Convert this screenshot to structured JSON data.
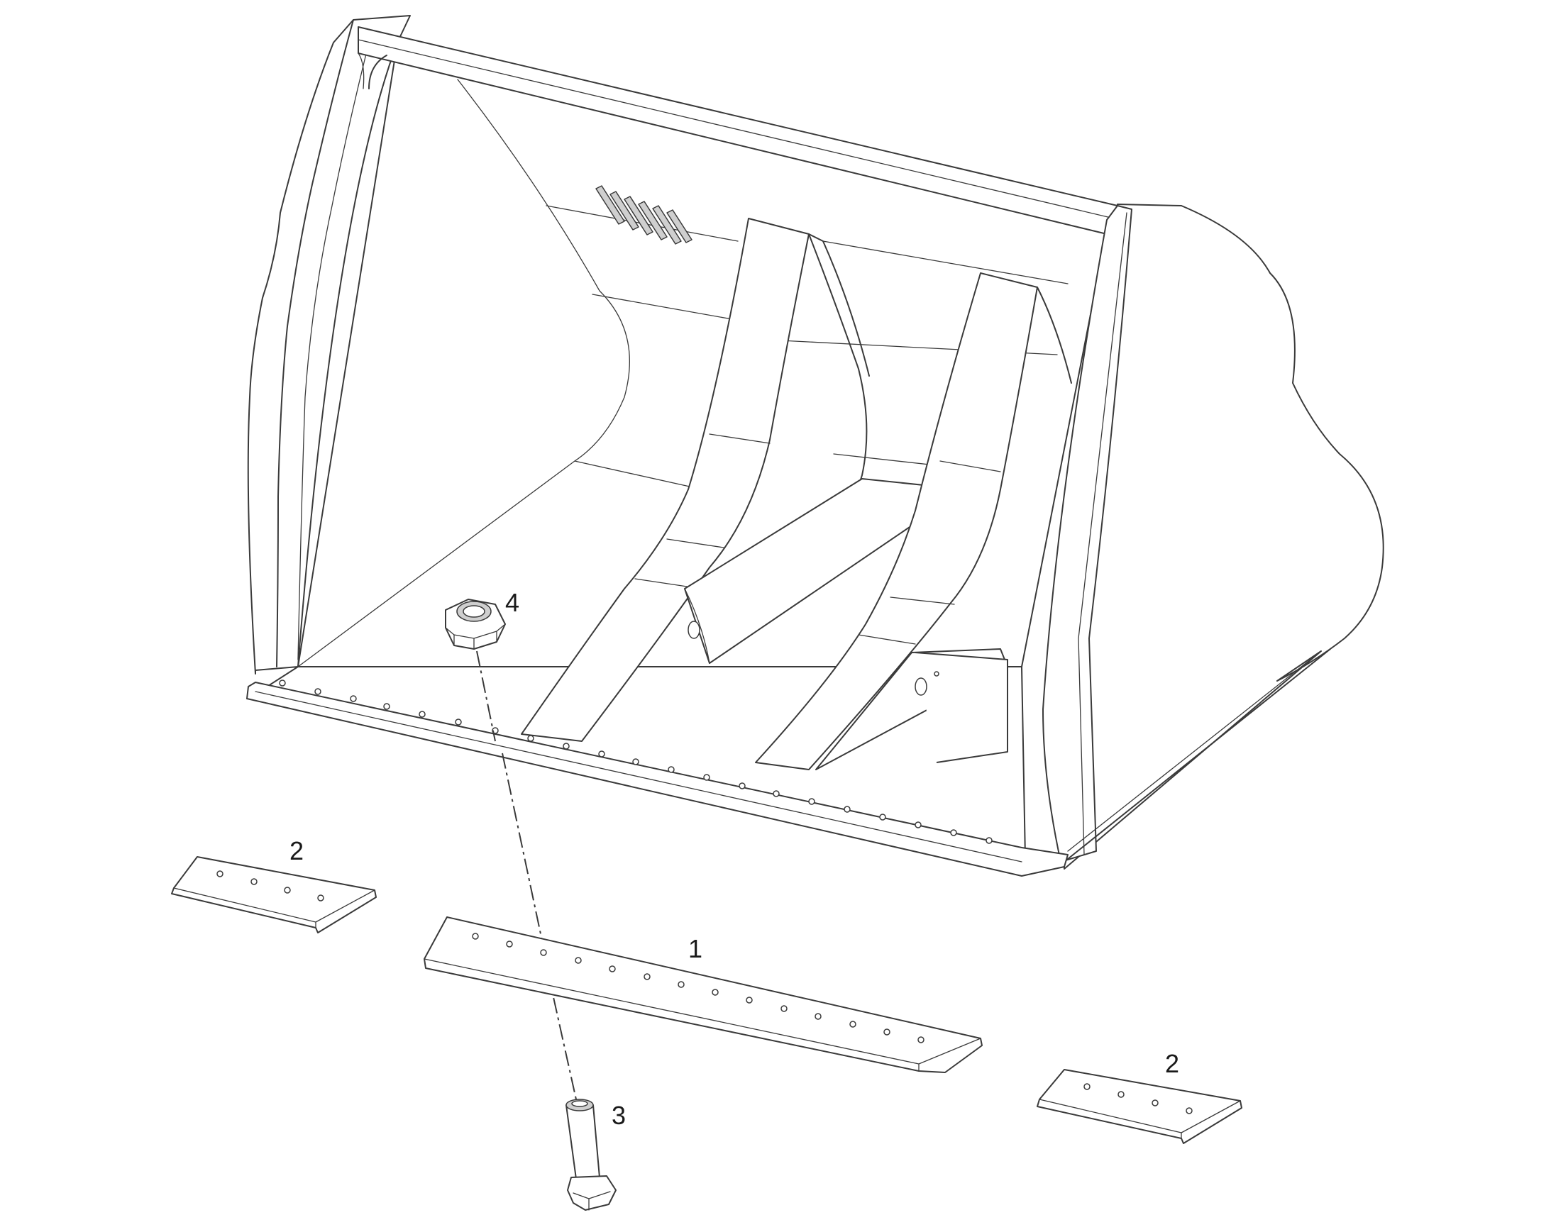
{
  "callouts": {
    "c1": "1",
    "c2a": "2",
    "c2b": "2",
    "c3": "3",
    "c4": "4"
  },
  "parts": [
    {
      "id": "1",
      "name": "cutting-edge"
    },
    {
      "id": "2",
      "name": "end-bit"
    },
    {
      "id": "3",
      "name": "plow-bolt"
    },
    {
      "id": "4",
      "name": "hex-nut"
    }
  ],
  "colors": {
    "line": "#3a3a3a",
    "background": "#ffffff"
  }
}
